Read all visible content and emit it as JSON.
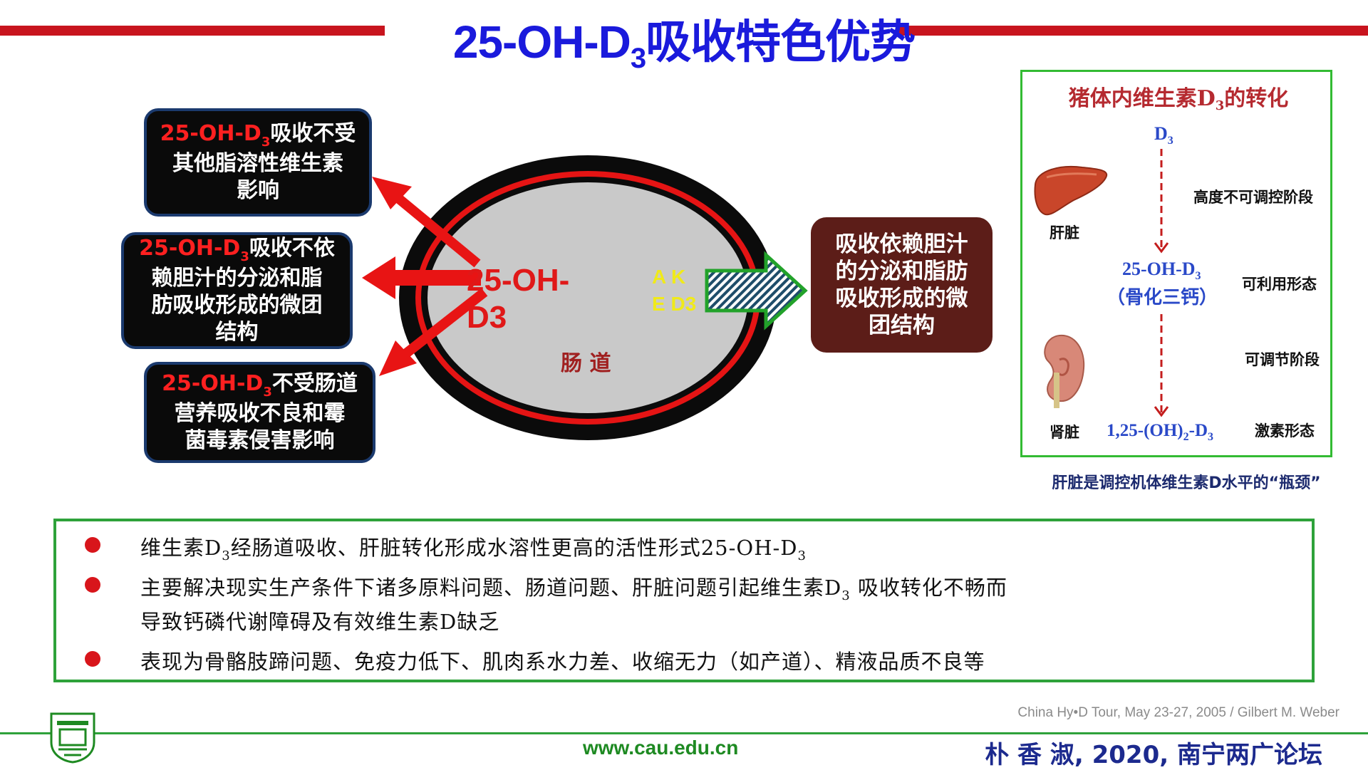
{
  "title": {
    "main": "25-OH-D",
    "sub": "3",
    "suffix": "吸收特色优势"
  },
  "left_boxes": [
    {
      "prefix": "25-OH-D",
      "sub": "3",
      "line1_rest": "吸收不受",
      "rest_lines": [
        "其他脂溶性维生素",
        "影响"
      ]
    },
    {
      "prefix": "25-OH-D",
      "sub": "3",
      "line1_rest": "吸收不依",
      "rest_lines": [
        "赖胆汁的分泌和脂",
        "肪吸收形成的微团",
        "结构"
      ]
    },
    {
      "prefix": "25-OH-D",
      "sub": "3",
      "line1_rest": "不受肠道",
      "rest_lines": [
        "营养吸收不良和霉",
        "菌毒素侵害影响"
      ]
    }
  ],
  "intestine": {
    "label_line1": "25-OH-",
    "label_line2": "D3",
    "ak_line1": "A K",
    "ak_line2": "E D3",
    "gut_label": "肠 道"
  },
  "right_box": {
    "lines": [
      "吸收依赖胆汁",
      "的分泌和脂肪",
      "吸收形成的微",
      "团结构"
    ]
  },
  "panel": {
    "title_main": "猪体内维生素D",
    "title_sub": "3",
    "title_suffix": "的转化",
    "d3_main": "D",
    "d3_sub": "3",
    "liver_label": "肝脏",
    "kidney_label": "肾脏",
    "stage1": "高度不可调控阶段",
    "mid_main": "25-OH-D",
    "mid_sub": "3",
    "mid_alias": "（骨化三钙）",
    "usable": "可利用形态",
    "stage2": "可调节阶段",
    "final_a": "1,25-(OH)",
    "final_sub1": "2",
    "final_b": "-D",
    "final_sub2": "3",
    "hormone": "激素形态",
    "colors": {
      "border": "#33bb33",
      "title": "#b52a30",
      "blue": "#2a49c8",
      "arrow": "#c41d1d"
    }
  },
  "caption": "肝脏是调控机体维生素D水平的“瓶颈”",
  "bullets": [
    {
      "a": "维生素D",
      "s": "3",
      "b": "经肠道吸收、肝脏转化形成水溶性更高的活性形式25-OH-D",
      "s2": "3"
    },
    {
      "a": "主要解决现实生产条件下诸多原料问题、肠道问题、肝脏问题引起维生素D",
      "s": "3",
      "b": " 吸收转化不畅而",
      "line2": "导致钙磷代谢障碍及有效维生素D缺乏"
    },
    {
      "a": "表现为骨骼肢蹄问题、免疫力低下、肌肉系水力差、收缩无力（如产道）、精液品质不良等"
    }
  ],
  "footer": {
    "credit": "China Hy•D Tour, May 23-27, 2005 / Gilbert M. Weber",
    "url": "www.cau.edu.cn",
    "author": "朴 香 淑, 2020, 南宁两广论坛"
  }
}
